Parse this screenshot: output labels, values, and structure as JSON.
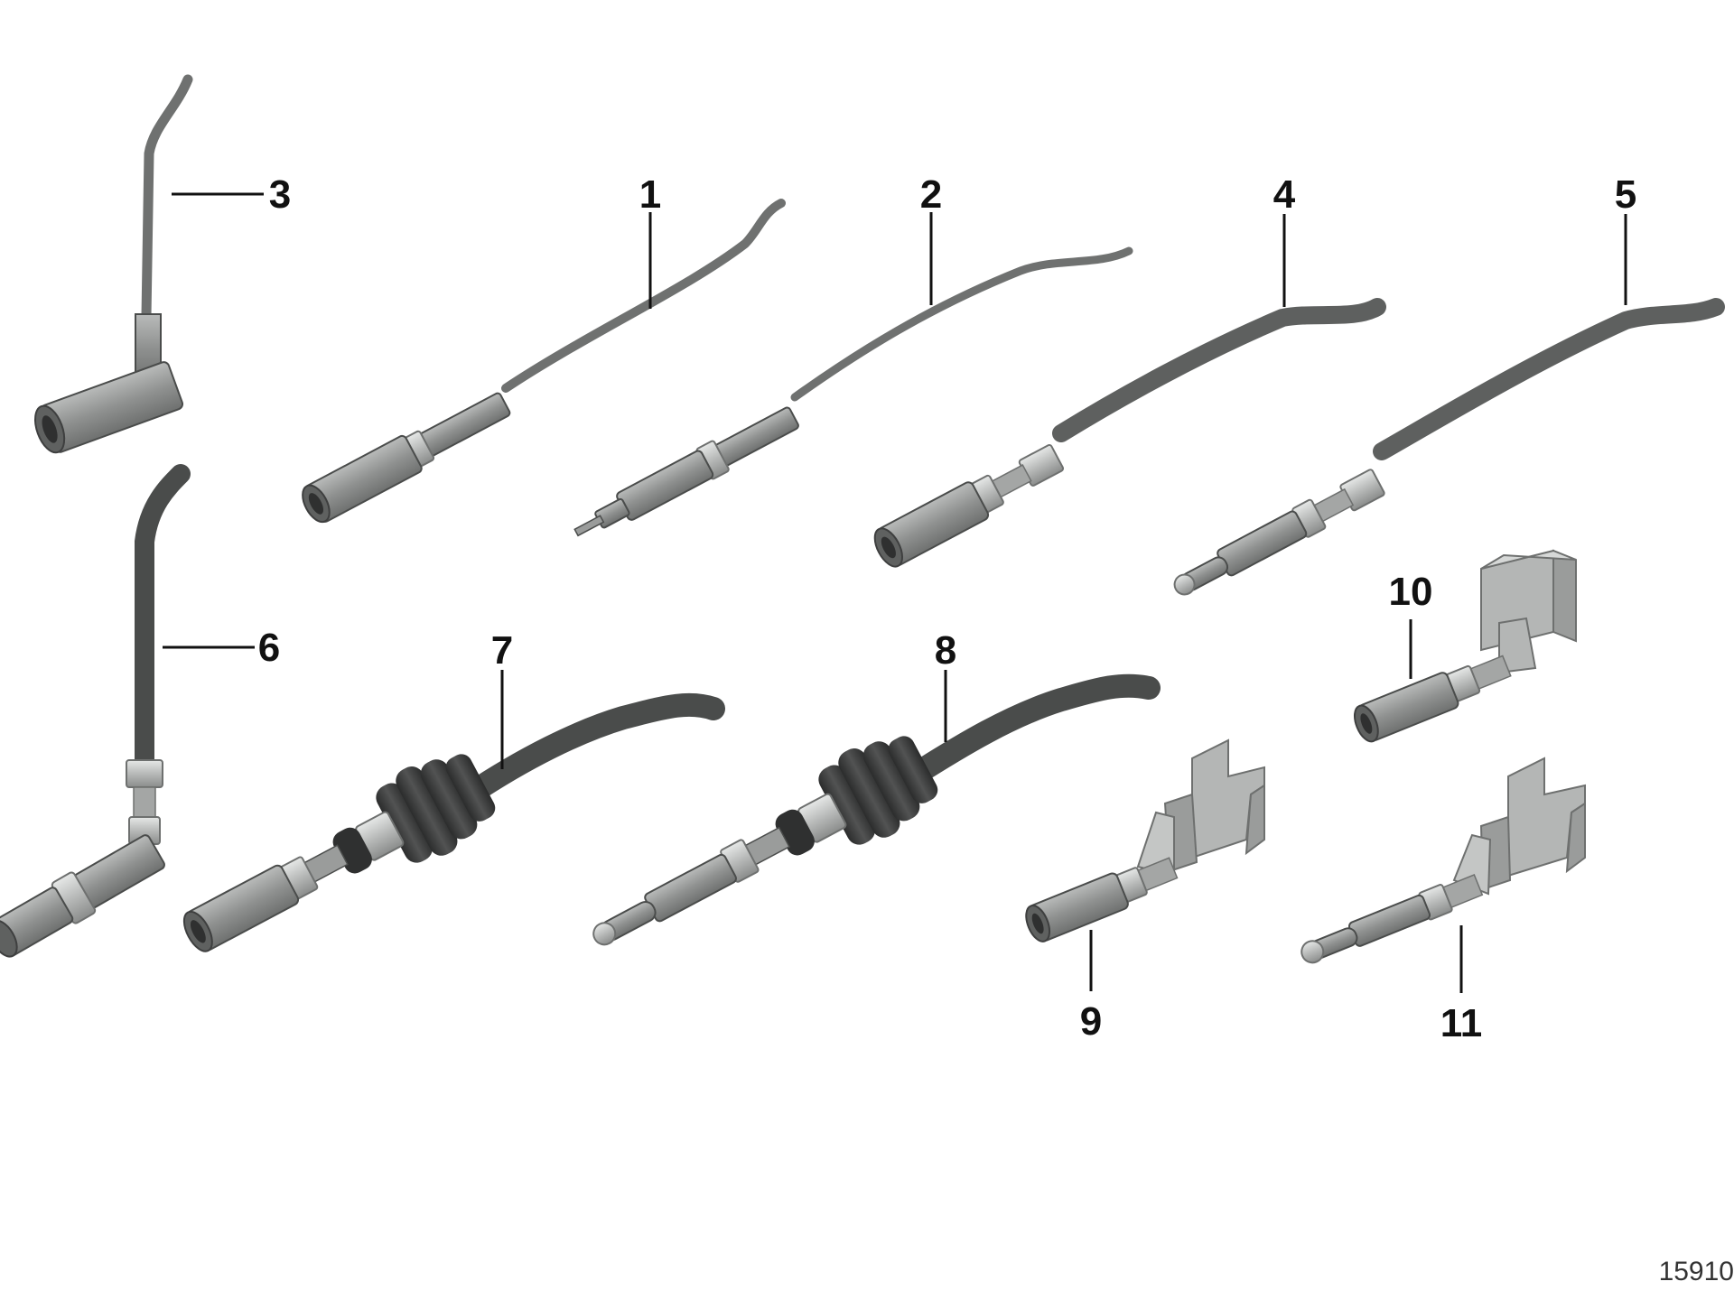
{
  "diagram": {
    "diagram_id": "15910",
    "callouts": [
      "1",
      "2",
      "3",
      "4",
      "5",
      "6",
      "7",
      "8",
      "9",
      "10",
      "11"
    ],
    "parts": {
      "p1": "wire with female connector",
      "p2": "wire with pin contact",
      "p3": "angled wire with female connector",
      "p4": "wire with female contact",
      "p5": "wire with male contact",
      "p6": "angled wire with female contact",
      "p7": "sealed wire with female contact",
      "p8": "sealed wire with male contact",
      "p9": "female crimp contact",
      "p10": "female crimp contact small",
      "p11": "male crimp contact"
    },
    "colors": {
      "wire": "#6f7170",
      "wire_dark": "#4a4c4b",
      "sleeve": "#9a9c9b",
      "contact_light": "#c9cbca",
      "seal": "#3e3f3f",
      "tab": "#b4b6b5"
    }
  }
}
